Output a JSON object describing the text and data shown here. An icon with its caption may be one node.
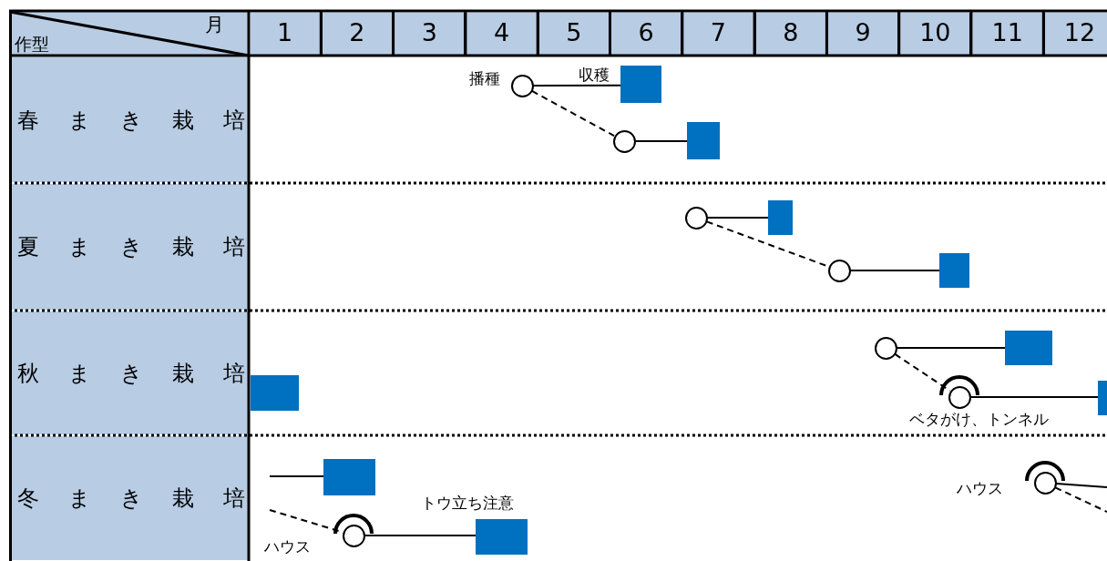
{
  "diagram": {
    "nodes": [
      {
        "text": [],
        "shape": "circle",
        "beside": [
          "播種"
        ]
      },
      {
        "text": [],
        "shape": "box",
        "beside": [
          "収穫"
        ]
      },
      {
        "text": [],
        "shape": "circle"
      },
      {
        "text": [],
        "shape": "box"
      },
      {
        "text": [],
        "shape": "circle"
      },
      {
        "text": [],
        "shape": "box"
      },
      {
        "text": [],
        "shape": "circle"
      },
      {
        "text": [],
        "shape": "box"
      },
      {
        "text": [],
        "shape": "circle"
      },
      {
        "text": [],
        "shape": "box"
      },
      {
        "text": [],
        "shape": "box"
      },
      {
        "text": [],
        "shape": "circle",
        "beside": [
          "ベタがけ、トンネル"
        ]
      },
      {
        "text": [],
        "shape": "box"
      },
      {
        "text": [],
        "shape": "box"
      },
      {
        "text": [],
        "shape": "circle",
        "beside": [
          "ハウス"
        ]
      },
      {
        "text": [],
        "shape": "box",
        "beside": [
          "トウ立ち注意"
        ]
      },
      {
        "text": [],
        "shape": "circle",
        "beside": [
          "ハウス"
        ]
      }
    ],
    "edges": [
      {
        "from": 0,
        "to": 1,
        "arrow": "none"
      },
      {
        "from": 0,
        "to": 2,
        "arrow": "none",
        "style": "dashed"
      },
      {
        "from": 2,
        "to": 3,
        "arrow": "none"
      },
      {
        "from": 4,
        "to": 5,
        "arrow": "none"
      },
      {
        "from": 4,
        "to": 6,
        "arrow": "none",
        "style": "dashed"
      },
      {
        "from": 6,
        "to": 7,
        "arrow": "none"
      },
      {
        "from": 8,
        "to": 9,
        "arrow": "none"
      },
      {
        "from": 8,
        "to": 11,
        "arrow": "none",
        "style": "dashed"
      },
      {
        "from": 11,
        "to": 12,
        "arrow": "none"
      },
      {
        "from": null,
        "to": 13,
        "arrow": "none"
      },
      {
        "from": null,
        "to": 14,
        "arrow": "none",
        "style": "dashed"
      },
      {
        "from": 14,
        "to": 15,
        "arrow": "none"
      },
      {
        "from": 16,
        "to": null,
        "arrow": "none"
      },
      {
        "from": 16,
        "to": null,
        "arrow": "none",
        "style": "dashed"
      }
    ],
    "labels": [
      "月",
      "作型",
      "1",
      "2",
      "3",
      "4",
      "5",
      "6",
      "7",
      "8",
      "9",
      "10",
      "11",
      "12",
      "春まき栽培",
      "夏まき栽培",
      "秋まき栽培",
      "冬まき栽培"
    ]
  }
}
